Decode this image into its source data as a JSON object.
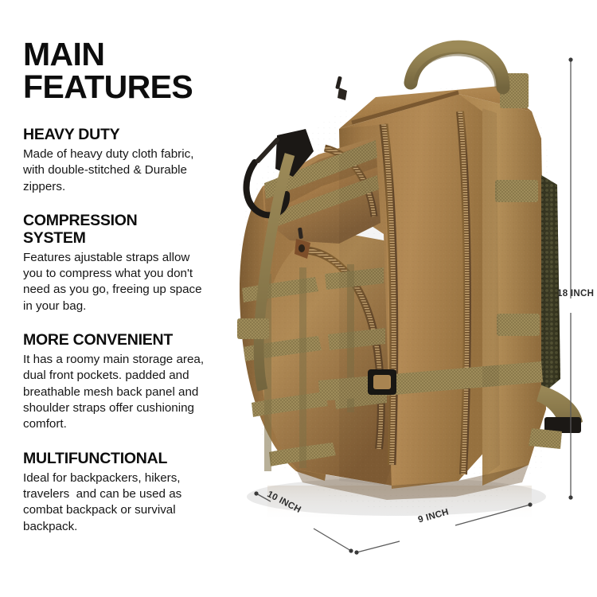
{
  "heading": {
    "line1": "MAIN",
    "line2": "FEATURES"
  },
  "features": [
    {
      "id": "heavy-duty",
      "title_line1": "HEAVY DUTY",
      "title_line2": "",
      "body_line1": "Made of heavy duty cloth fabric,",
      "body_line2": "with double-stitched & Durable",
      "body_line3": "zippers.",
      "body_line4": "",
      "body_line5": ""
    },
    {
      "id": "compression-system",
      "title_line1": "COMPRESSION",
      "title_line2": "SYSTEM",
      "body_line1": "Features ajustable straps allow",
      "body_line2": "you to compress what you don't",
      "body_line3": "need as you go, freeing up space",
      "body_line4": "in your bag.",
      "body_line5": ""
    },
    {
      "id": "more-convenient",
      "title_line1": "MORE CONVENIENT",
      "title_line2": "",
      "body_line1": "It has a roomy main storage area,",
      "body_line2": "dual front pockets. padded and",
      "body_line3": "breathable mesh back panel and",
      "body_line4": "shoulder straps offer cushioning",
      "body_line5": "comfort."
    },
    {
      "id": "multifunctional",
      "title_line1": "MULTIFUNCTIONAL",
      "title_line2": "",
      "body_line1": "Ideal for backpackers, hikers,",
      "body_line2": "travelers  and can be used as",
      "body_line3": "combat backpack or survival",
      "body_line4": "backpack.",
      "body_line5": ""
    }
  ],
  "dimensions": {
    "height": "18 INCH",
    "depth": "10 INCH",
    "width": "9 INCH"
  },
  "product": {
    "name": "tactical-military-backpack",
    "colors": {
      "fabric_light": "#b08a55",
      "fabric_mid": "#a07a46",
      "fabric_dark": "#86633a",
      "fabric_shadow": "#6f512e",
      "webbing": "#8d7a4e",
      "webbing_dark": "#75643e",
      "zipper": "#7c5a31",
      "zipper_teeth": "#c2a071",
      "mesh": "#3c3b26",
      "hardware_black": "#1c1a17",
      "background": "#ffffff",
      "dimension_line": "#5a5a5a"
    }
  }
}
